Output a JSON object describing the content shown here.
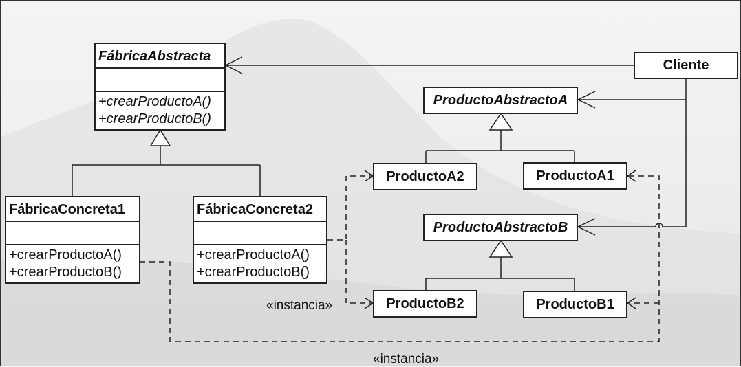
{
  "diagram": {
    "type": "UML class diagram — Abstract Factory pattern",
    "classes": {
      "abstract_factory": {
        "name": "FábricaAbstracta",
        "abstract": true,
        "operations": [
          "+crearProductoA()",
          "+crearProductoB()"
        ]
      },
      "concrete_factory_1": {
        "name": "FábricaConcreta1",
        "operations": [
          "+crearProductoA()",
          "+crearProductoB()"
        ]
      },
      "concrete_factory_2": {
        "name": "FábricaConcreta2",
        "operations": [
          "+crearProductoA()",
          "+crearProductoB()"
        ]
      },
      "client": {
        "name": "Cliente"
      },
      "abstract_product_a": {
        "name": "ProductoAbstractoA",
        "abstract": true
      },
      "abstract_product_b": {
        "name": "ProductoAbstractoB",
        "abstract": true
      },
      "product_a1": {
        "name": "ProductoA1"
      },
      "product_a2": {
        "name": "ProductoA2"
      },
      "product_b1": {
        "name": "ProductoB1"
      },
      "product_b2": {
        "name": "ProductoB2"
      }
    },
    "labels": {
      "instance_1": "«instancia»",
      "instance_2": "«instancia»"
    },
    "relationships": [
      {
        "from": "Cliente",
        "to": "FábricaAbstracta",
        "kind": "association"
      },
      {
        "from": "Cliente",
        "to": "ProductoAbstractoA",
        "kind": "association"
      },
      {
        "from": "Cliente",
        "to": "ProductoAbstractoB",
        "kind": "association"
      },
      {
        "from": "FábricaConcreta1",
        "to": "FábricaAbstracta",
        "kind": "generalization"
      },
      {
        "from": "FábricaConcreta2",
        "to": "FábricaAbstracta",
        "kind": "generalization"
      },
      {
        "from": "ProductoA1",
        "to": "ProductoAbstractoA",
        "kind": "generalization"
      },
      {
        "from": "ProductoA2",
        "to": "ProductoAbstractoA",
        "kind": "generalization"
      },
      {
        "from": "ProductoB1",
        "to": "ProductoAbstractoB",
        "kind": "generalization"
      },
      {
        "from": "ProductoB2",
        "to": "ProductoAbstractoB",
        "kind": "generalization"
      },
      {
        "from": "FábricaConcreta1",
        "to": "ProductoA1",
        "kind": "dependency"
      },
      {
        "from": "FábricaConcreta1",
        "to": "ProductoB1",
        "kind": "dependency"
      },
      {
        "from": "FábricaConcreta2",
        "to": "ProductoA2",
        "kind": "dependency"
      },
      {
        "from": "FábricaConcreta2",
        "to": "ProductoB2",
        "kind": "dependency"
      }
    ]
  }
}
